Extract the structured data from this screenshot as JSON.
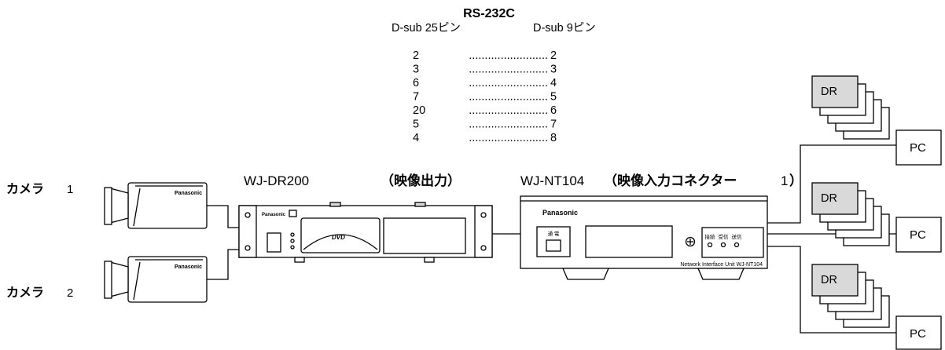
{
  "rs232c": {
    "title": "RS-232C",
    "left_header": "D-sub 25ピン",
    "right_header": "D-sub 9ピン",
    "pin_map": [
      {
        "left": "2",
        "right": "2"
      },
      {
        "left": "3",
        "right": "3"
      },
      {
        "left": "6",
        "right": "4"
      },
      {
        "left": "7",
        "right": "5"
      },
      {
        "left": "20",
        "right": "6"
      },
      {
        "left": "5",
        "right": "7"
      },
      {
        "left": "4",
        "right": "8"
      }
    ],
    "dots": "........................."
  },
  "cameras": [
    {
      "label_jp": "カメラ",
      "label_num": "1",
      "brand": "Panasonic"
    },
    {
      "label_jp": "カメラ",
      "label_num": "2",
      "brand": "Panasonic"
    }
  ],
  "recorder": {
    "model": "WJ-DR200",
    "output_label": "（映像出力）",
    "brand": "Panasonic",
    "disc_logo": "DVD"
  },
  "network_unit": {
    "model": "WJ-NT104",
    "input_label_bold": "（映像入力コネクター",
    "input_label_num": "1",
    "input_label_close": "）",
    "brand": "Panasonic",
    "power_label": "通 電",
    "lamp_labels": [
      "接続",
      "受信",
      "送信"
    ],
    "footer": "Network  Interface  Unit  WJ-NT104"
  },
  "clients": [
    {
      "dr_label": "DR",
      "pc_label": "PC"
    },
    {
      "dr_label": "DR",
      "pc_label": "PC"
    },
    {
      "dr_label": "DR",
      "pc_label": "PC"
    }
  ],
  "colors": {
    "line": "#000000",
    "dr_fill": "#d9d9d9",
    "background": "#ffffff"
  }
}
